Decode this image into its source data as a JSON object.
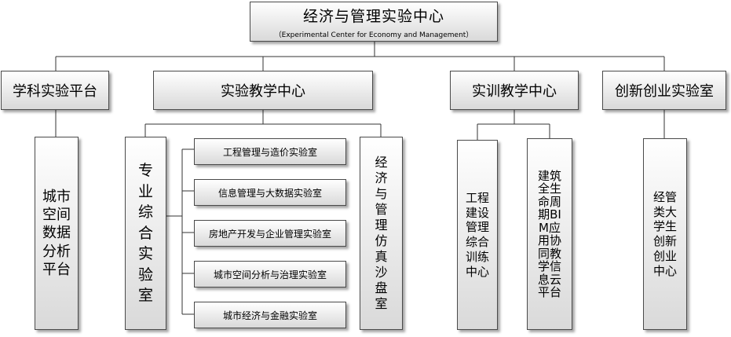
{
  "root": {
    "title": "经济与管理实验中心",
    "subtitle": "（Experimental Center for Economy and Management）"
  },
  "branches": [
    {
      "label": "学科实验平台"
    },
    {
      "label": "实验教学中心"
    },
    {
      "label": "实训教学中心"
    },
    {
      "label": "创新创业实验室"
    }
  ],
  "subunits": {
    "urban_platform": "城市空间数据分析平台",
    "comprehensive_lab": "专业综合实验室",
    "sim_sandbox": "经济与管理仿真沙盘室",
    "engineering_center": "工程建设管理综合训练中心",
    "bim_platform": "建筑全生命周期BIM应用协同教学信息云平台",
    "innovation_center": "经管类大学生创新创业中心"
  },
  "labs": [
    "工程管理与造价实验室",
    "信息管理与大数据实验室",
    "房地产开发与企业管理实验室",
    "城市空间分析与治理实验室",
    "城市经济与金融实验室"
  ]
}
